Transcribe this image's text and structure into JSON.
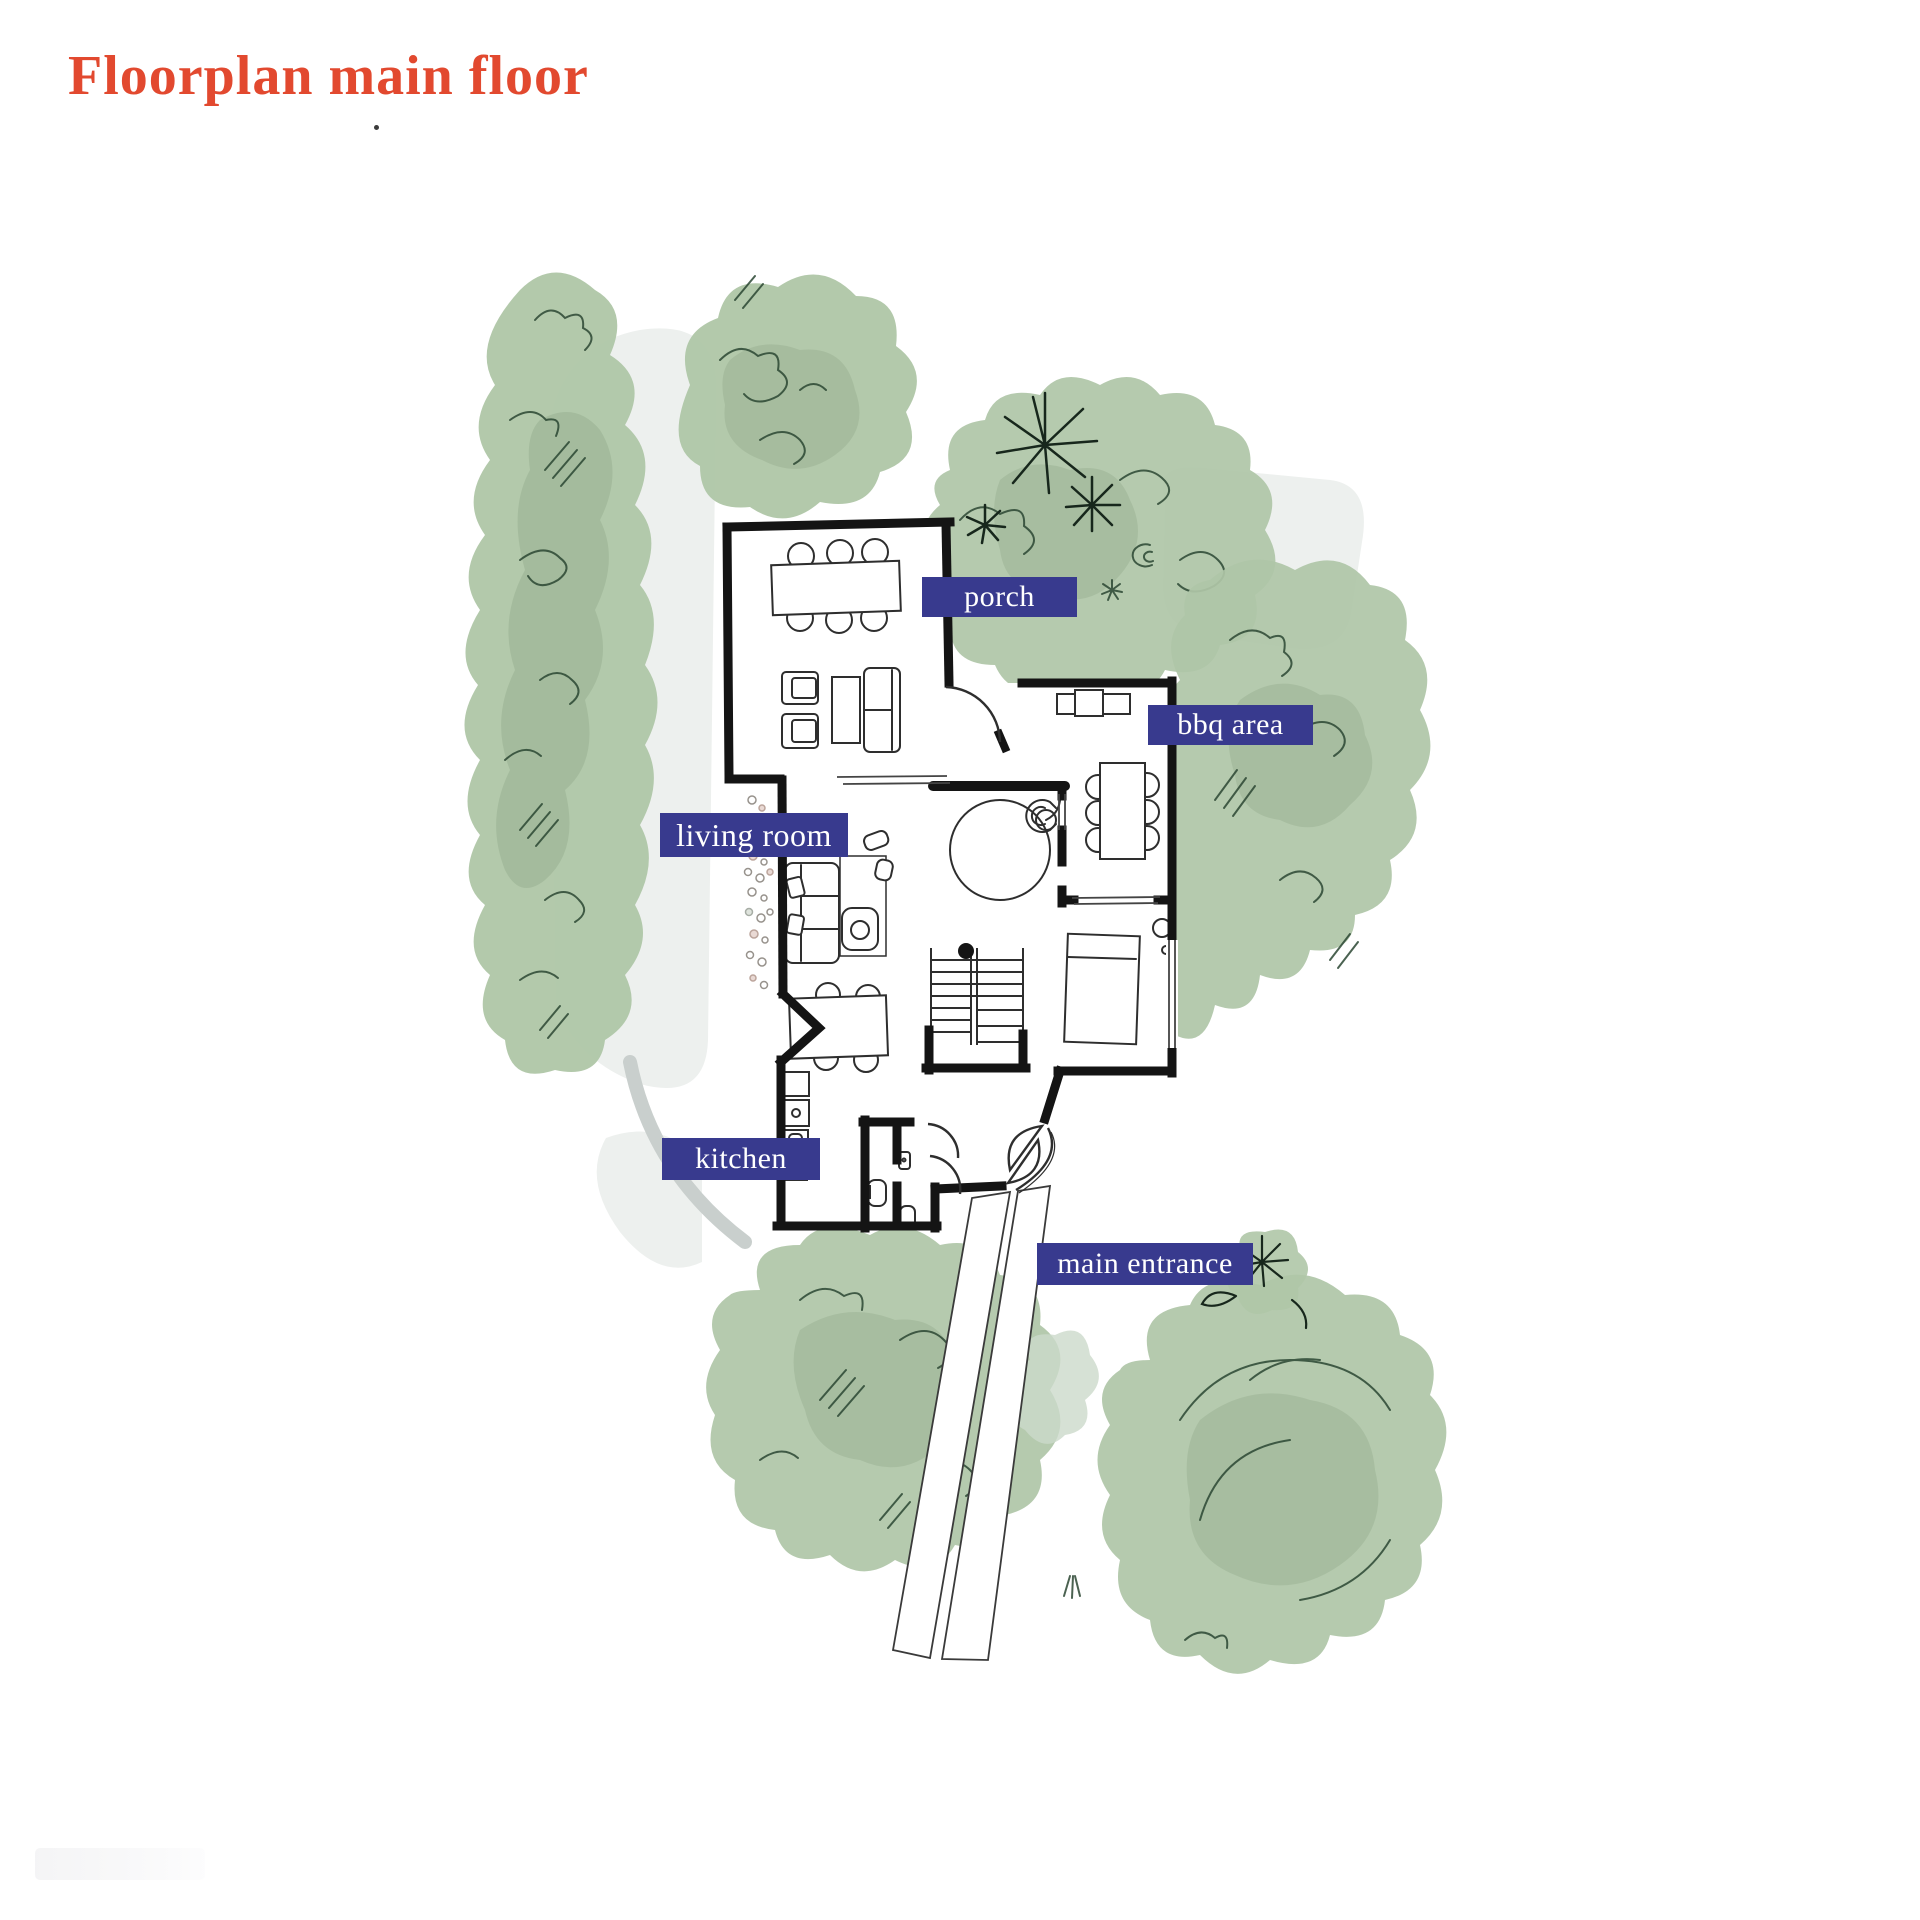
{
  "page": {
    "title": "Floorplan main floor"
  },
  "labels": [
    {
      "id": "porch",
      "text": "porch"
    },
    {
      "id": "bbq-area",
      "text": "bbq area"
    },
    {
      "id": "living-room",
      "text": "living room"
    },
    {
      "id": "kitchen",
      "text": "kitchen"
    },
    {
      "id": "main-entrance",
      "text": "main entrance"
    }
  ],
  "colors": {
    "title": "#e2492f",
    "label_bg": "#383a8e",
    "label_text": "#ffffff",
    "wall": "#141414",
    "furniture_line": "#2e2e2e",
    "foliage": "#afc6a7",
    "foliage_dark_line": "#2b4733",
    "gray_wash": "#edf0ee",
    "driveway": "#c9cfcd",
    "floor": "#ffffff"
  }
}
